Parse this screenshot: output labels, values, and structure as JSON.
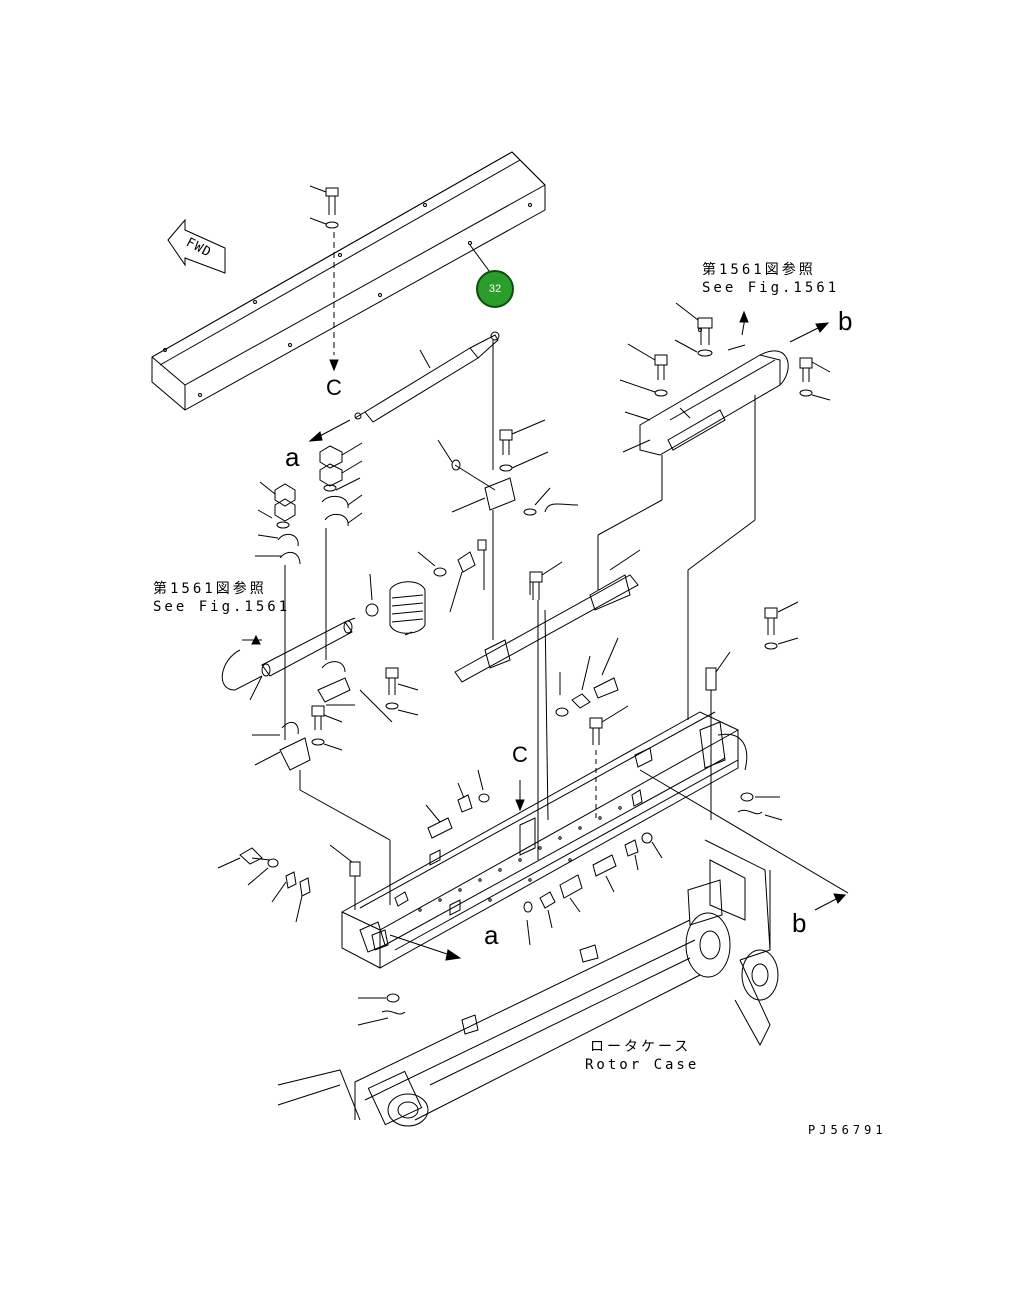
{
  "callout": {
    "number": "32",
    "color": "#2a9d2a"
  },
  "fwd_label": "FWD",
  "references": {
    "top_right_jp": "第1561図参照",
    "top_right_en": "See Fig.1561",
    "left_jp": "第1561図参照",
    "left_en": "See Fig.1561"
  },
  "connectors": {
    "a_upper": "a",
    "a_lower": "a",
    "b_upper": "b",
    "b_lower": "b",
    "c_upper": "C",
    "c_lower": "C"
  },
  "rotor_case": {
    "jp": "ロータケース",
    "en": "Rotor Case"
  },
  "drawing_id": "PJ56791",
  "icons": [
    "fwd-arrow-icon",
    "callout-badge"
  ]
}
